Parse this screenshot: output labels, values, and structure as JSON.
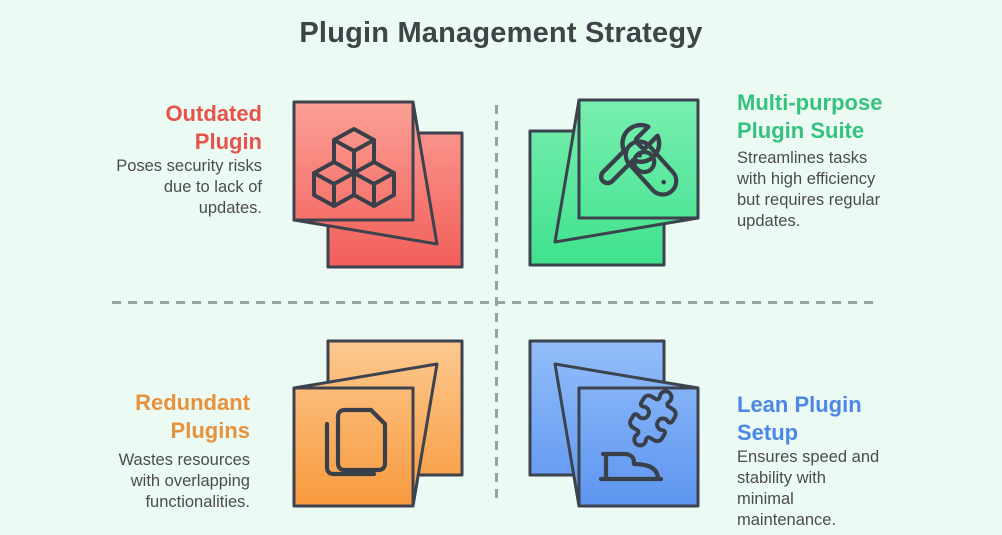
{
  "page": {
    "title": "Plugin Management Strategy",
    "title_color": "#3f4448",
    "background_color": "#ebfaf2"
  },
  "dividers": {
    "style": "dashed",
    "color": "#99a1a4"
  },
  "quadrants": [
    {
      "id": "outdated-plugin",
      "position": "top-left",
      "title": "Outdated\nPlugin",
      "description": "Poses security risks\ndue to lack of\nupdates.",
      "accent": "#e5534b",
      "icon": "cubes-3d-box-icon",
      "icon_color_light": "#fba096",
      "icon_color_deep": "#f25e59"
    },
    {
      "id": "multi-purpose-plugin-suite",
      "position": "top-right",
      "title": "Multi-purpose\nPlugin Suite",
      "description": "Streamlines tasks\nwith high efficiency\nbut requires regular\nupdates.",
      "accent": "#35c281",
      "icon": "wrench-tools-3d-box-icon",
      "icon_color_light": "#79eeb1",
      "icon_color_deep": "#3fe28d"
    },
    {
      "id": "redundant-plugins",
      "position": "bottom-left",
      "title": "Redundant\nPlugins",
      "description": "Wastes resources\nwith overlapping\nfunctionalities.",
      "accent": "#e8913c",
      "icon": "duplicate-documents-3d-box-icon",
      "icon_color_light": "#fdc990",
      "icon_color_deep": "#f8993c"
    },
    {
      "id": "lean-plugin-setup",
      "position": "bottom-right",
      "title": "Lean Plugin\nSetup",
      "description": "Ensures speed and\nstability with\nminimal\nmaintenance.",
      "accent": "#4b86e8",
      "icon": "puzzle-piece-3d-box-icon",
      "icon_color_light": "#93befa",
      "icon_color_deep": "#5c94ef"
    }
  ]
}
